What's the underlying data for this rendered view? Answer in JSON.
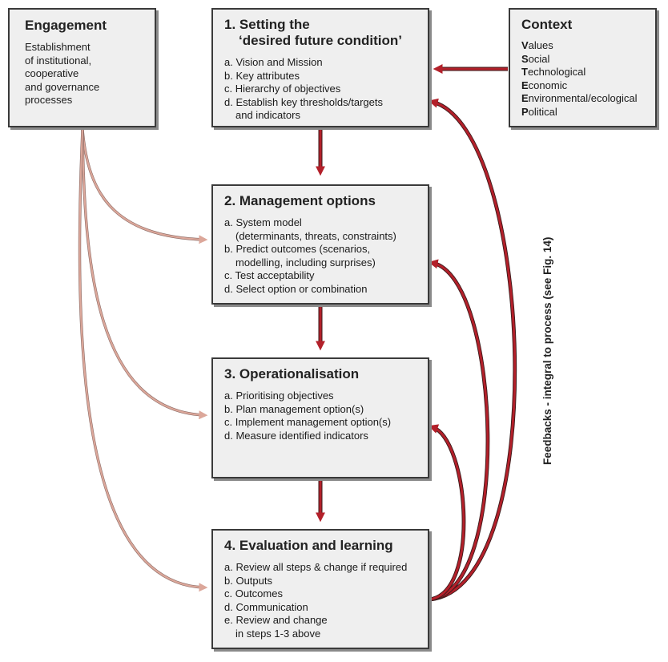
{
  "engagement": {
    "title": "Engagement",
    "lines": [
      "Establishment",
      "of institutional,",
      "cooperative",
      "and governance",
      "processes"
    ]
  },
  "context": {
    "title": "Context",
    "items": [
      {
        "first": "V",
        "rest": "alues"
      },
      {
        "first": "S",
        "rest": "ocial"
      },
      {
        "first": "T",
        "rest": "echnological"
      },
      {
        "first": "E",
        "rest": "conomic"
      },
      {
        "first": "E",
        "rest": "nvironmental/ecological"
      },
      {
        "first": "P",
        "rest": "olitical"
      }
    ]
  },
  "steps": [
    {
      "title_line1": "1. Setting the",
      "title_line2": "‘desired future condition’",
      "items": [
        {
          "text": "a. Vision and Mission"
        },
        {
          "text": "b. Key attributes"
        },
        {
          "text": "c. Hierarchy of objectives"
        },
        {
          "text": "d. Establish key thresholds/targets",
          "cont": "and indicators"
        }
      ]
    },
    {
      "title": "2. Management options",
      "items": [
        {
          "text": "a. System model",
          "cont": "(determinants, threats, constraints)"
        },
        {
          "text": "b. Predict outcomes (scenarios,",
          "cont": "modelling, including surprises)"
        },
        {
          "text": "c. Test acceptability"
        },
        {
          "text": "d. Select option or combination"
        }
      ]
    },
    {
      "title": "3. Operationalisation",
      "items": [
        {
          "text": "a. Prioritising objectives"
        },
        {
          "text": "b. Plan management option(s)"
        },
        {
          "text": "c. Implement management option(s)"
        },
        {
          "text": "d. Measure identified indicators"
        }
      ]
    },
    {
      "title": "4. Evaluation and learning",
      "items": [
        {
          "text": "a. Review all steps & change if required"
        },
        {
          "text": "b. Outputs"
        },
        {
          "text": "c. Outcomes"
        },
        {
          "text": "d. Communication"
        },
        {
          "text": "e. Review and change",
          "cont": "in steps 1-3 above"
        }
      ]
    }
  ],
  "feedback_label": "Feedbacks - integral to process (see Fig. 14)",
  "colors": {
    "arrow_red": "#b3202a",
    "engagement_arrow": "#dca79a",
    "box_fill": "#efefef",
    "box_border": "#3a3a3a"
  }
}
